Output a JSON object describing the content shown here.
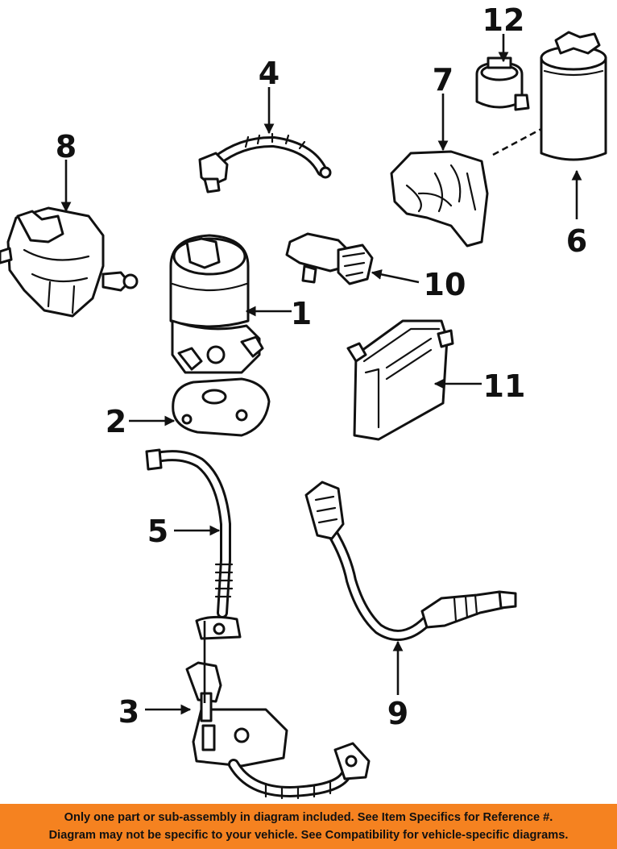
{
  "callouts": {
    "c1": "1",
    "c2": "2",
    "c3": "3",
    "c4": "4",
    "c5": "5",
    "c6": "6",
    "c7": "7",
    "c8": "8",
    "c9": "9",
    "c10": "10",
    "c11": "11",
    "c12": "12"
  },
  "disclaimer": {
    "line1": "Only one part or sub-assembly in diagram included. See Item Specifics for Reference #.",
    "line2": "Diagram may not be specific to your vehicle. See Compatibility for vehicle-specific diagrams."
  },
  "colors": {
    "banner": "#f58220",
    "ink": "#111111",
    "background": "#ffffff"
  },
  "icons": {
    "arrow": "arrowhead-icon"
  }
}
